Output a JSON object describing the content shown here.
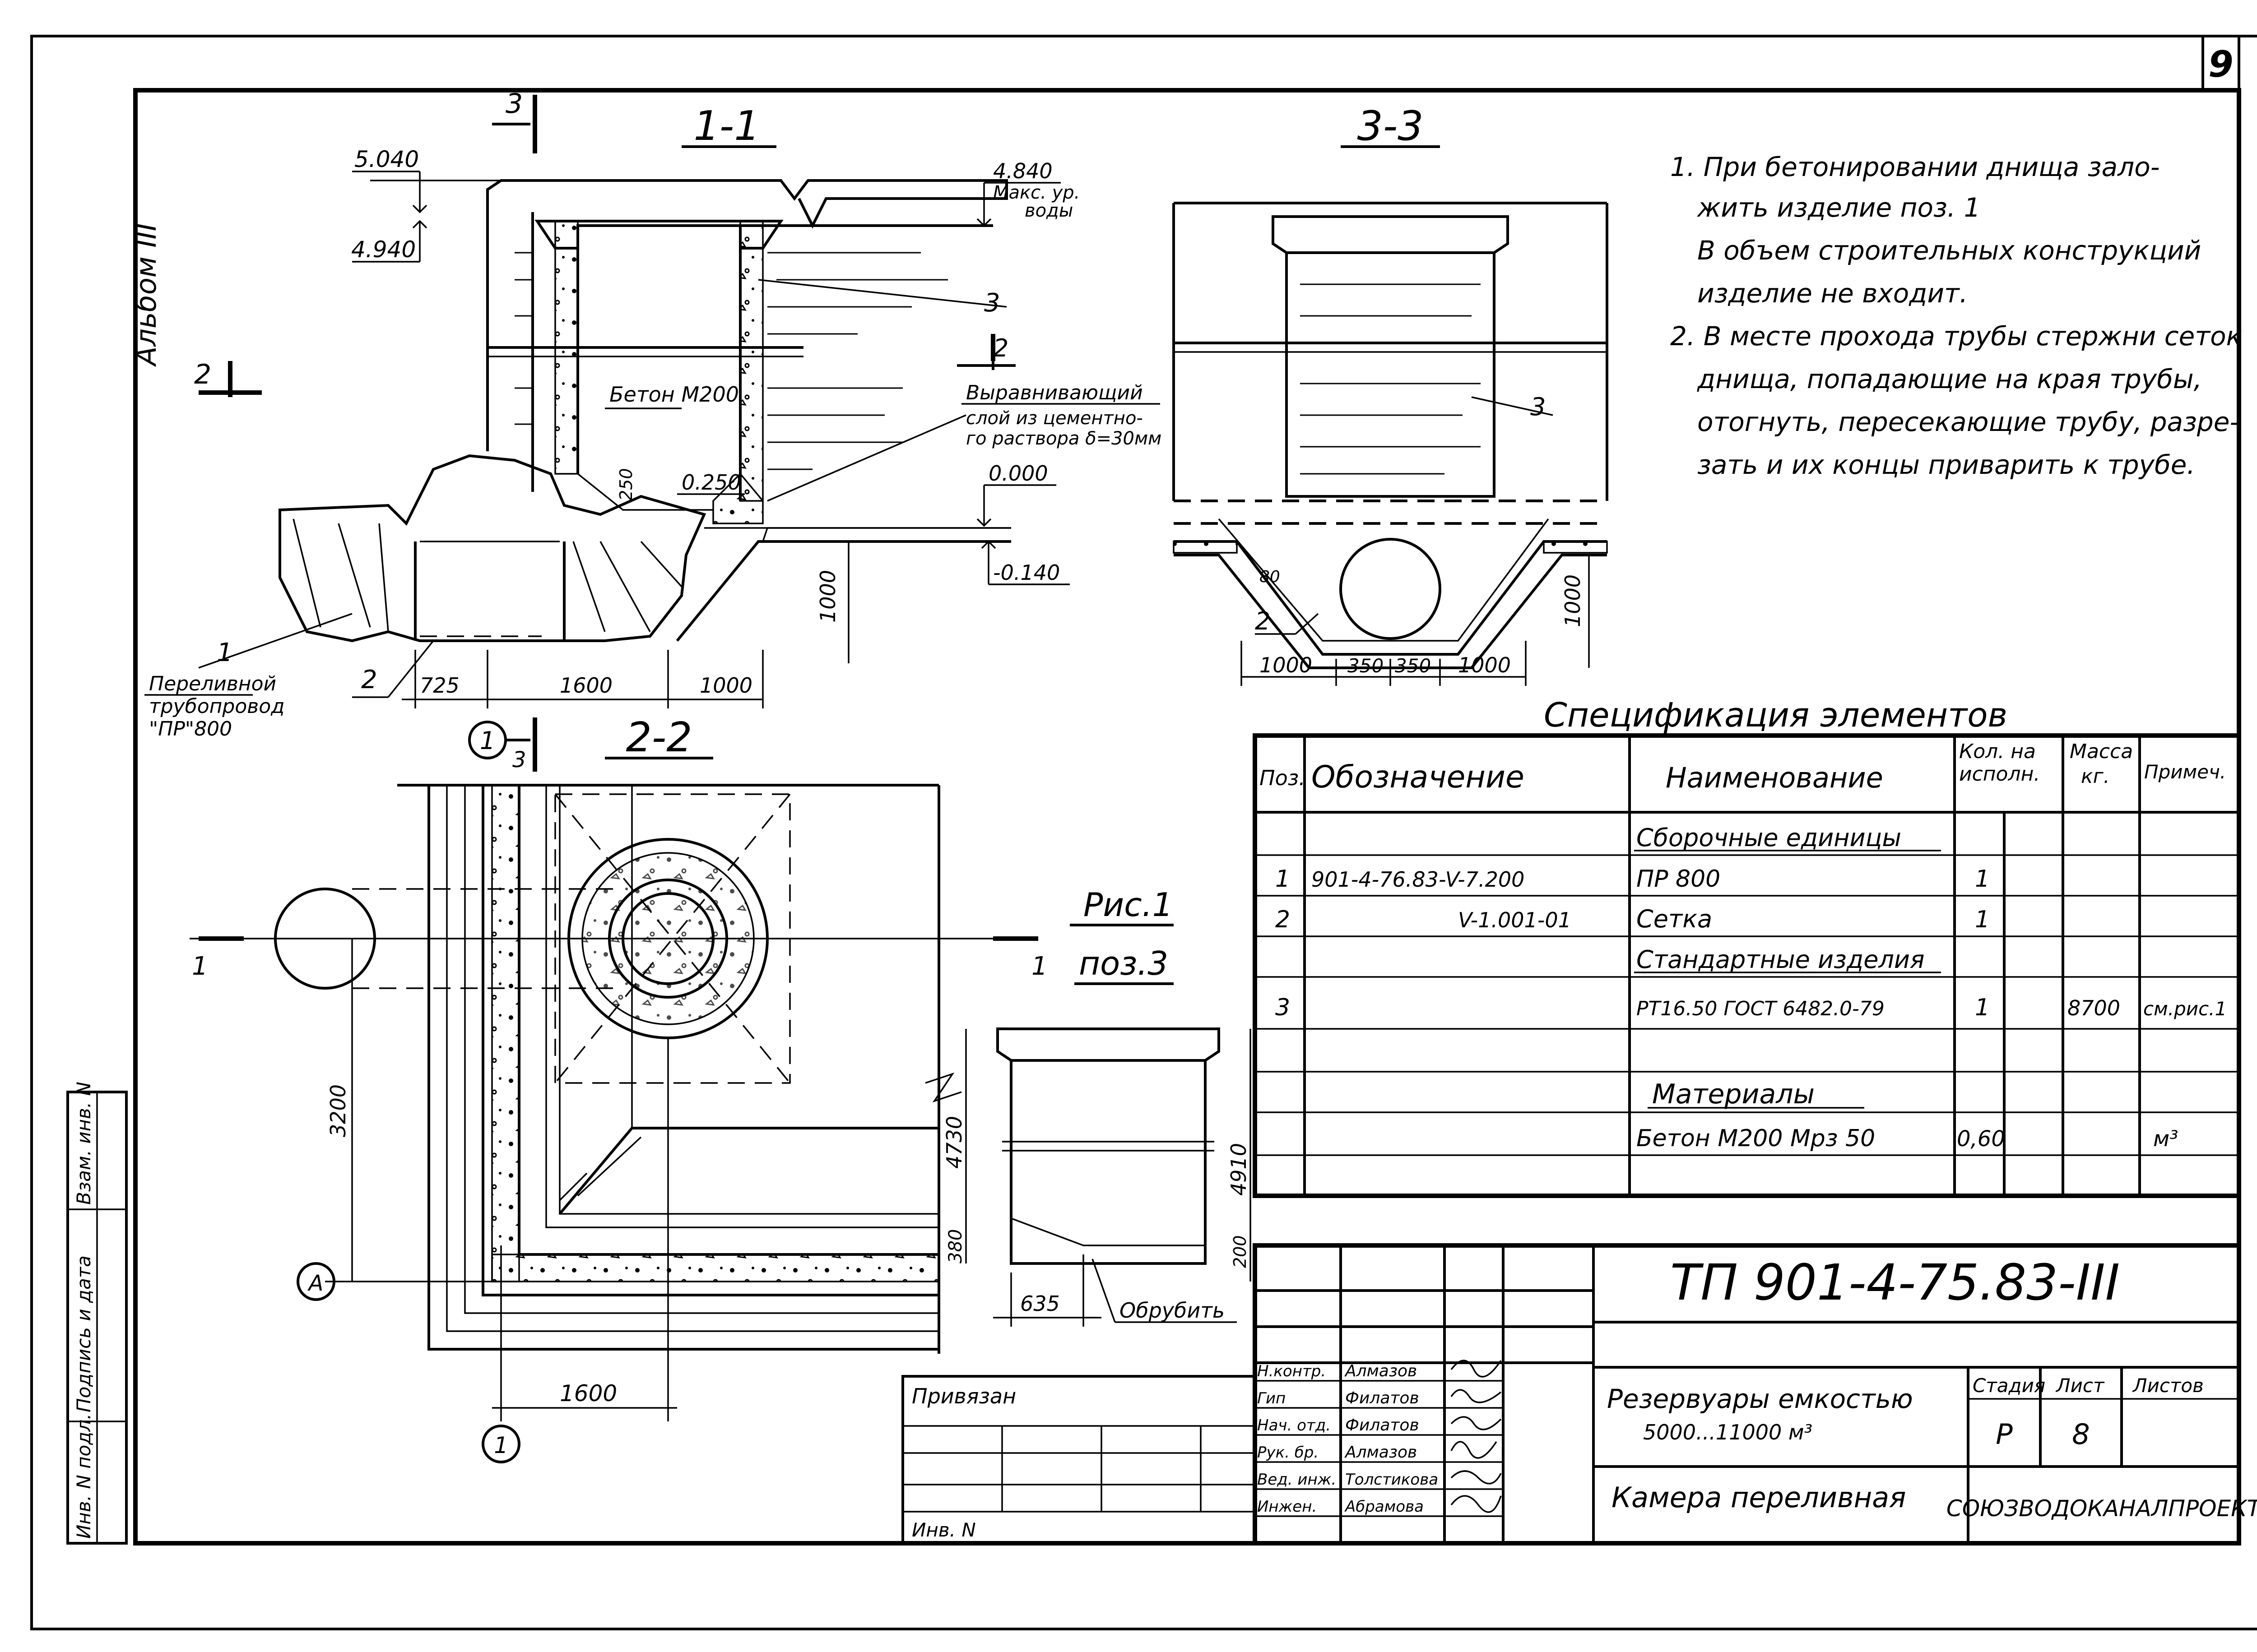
{
  "sheet": {
    "sheet_number": "9",
    "album": "Альбом III"
  },
  "sections": {
    "s11": {
      "title": "1-1",
      "cut_mark": "3",
      "cut_mark_2": "2",
      "axis_label": "1",
      "axis_label_3": "3"
    },
    "s33": {
      "title": "3-3"
    },
    "s22": {
      "title": "2-2",
      "cut_mark": "1",
      "axis_a": "А",
      "axis_1": "1"
    },
    "fig": {
      "title": "Рис.1",
      "subtitle": "поз.3"
    }
  },
  "labels_11": {
    "lvl_5040": "5.040",
    "lvl_4940": "4.940",
    "lvl_4840": "4.840",
    "max_water_1": "Макс. ур.",
    "max_water_2": "воды",
    "lvl_0250": "0.250",
    "lvl_0000": "0.000",
    "lvl_m0140": "-0.140",
    "concrete": "Бетон М200",
    "leveling_1": "Выравнивающий",
    "leveling_2": "слой из цементно-",
    "leveling_3": "го раствора δ=30мм",
    "pos1": "1",
    "pos2": "2",
    "pos3": "3",
    "pipe_1": "Переливной",
    "pipe_2": "трубопровод",
    "pipe_3": "\"ПР\"800",
    "d725": "725",
    "d1600": "1600",
    "d1000": "1000",
    "d1000v": "1000",
    "d250": "250"
  },
  "labels_33": {
    "pos3": "3",
    "pos2": "2",
    "d1000a": "1000",
    "d350a": "350",
    "d350b": "350",
    "d1000b": "1000",
    "d1000v": "1000",
    "d80": "80"
  },
  "labels_22": {
    "d3200": "3200",
    "d1600": "1600"
  },
  "labels_fig": {
    "d4730": "4730",
    "d4910": "4910",
    "d380": "380",
    "d200": "200",
    "d635": "635",
    "cut": "Обрубить"
  },
  "notes": [
    "1. При бетонировании днища зало-",
    "жить изделие поз. 1",
    "В объем строительных конструкций",
    "изделие не входит.",
    "2. В месте прохода трубы стержни сеток",
    "днища, попадающие на края трубы,",
    "отогнуть, пересекающие трубу, разре-",
    "зать и их концы приварить к трубе."
  ],
  "spec": {
    "title": "Спецификация элементов",
    "headers": {
      "pos": "Поз.",
      "designation": "Обозначение",
      "name": "Наименование",
      "qty_1": "Кол. на",
      "qty_2": "исполн.",
      "mass_1": "Масса",
      "mass_2": "кг.",
      "note": "Примеч."
    },
    "rows": [
      {
        "pos": "",
        "designation": "",
        "name": "Сборочные единицы",
        "qty": "",
        "mass": "",
        "note": "",
        "underline": true
      },
      {
        "pos": "1",
        "designation": "901-4-76.83-V-7.200",
        "name": "ПР 800",
        "qty": "1",
        "mass": "",
        "note": ""
      },
      {
        "pos": "2",
        "designation": "V-1.001-01",
        "name": "Сетка",
        "qty": "1",
        "mass": "",
        "note": ""
      },
      {
        "pos": "",
        "designation": "",
        "name": "Стандартные изделия",
        "qty": "",
        "mass": "",
        "note": "",
        "underline": true
      },
      {
        "pos": "3",
        "designation": "",
        "name": "РТ16.50 ГОСТ 6482.0-79",
        "qty": "1",
        "mass": "8700",
        "note": "см.рис.1"
      },
      {
        "pos": "",
        "designation": "",
        "name": "",
        "qty": "",
        "mass": "",
        "note": ""
      },
      {
        "pos": "",
        "designation": "",
        "name": "Материалы",
        "qty": "",
        "mass": "",
        "note": "",
        "underline": true
      },
      {
        "pos": "",
        "designation": "",
        "name": "Бетон М200   Мрз 50",
        "qty": "0,60",
        "mass": "",
        "note": "м³"
      },
      {
        "pos": "",
        "designation": "",
        "name": "",
        "qty": "",
        "mass": "",
        "note": ""
      }
    ]
  },
  "title_block": {
    "code": "ТП 901-4-75.83-III",
    "project_1": "Резервуары емкостью",
    "project_2": "5000...11000 м³",
    "sheet_title": "Камера переливная",
    "stage_h": "Стадия",
    "sheet_h": "Лист",
    "sheets_h": "Листов",
    "stage": "Р",
    "sheet": "8",
    "sheets": "",
    "org": "СОЮЗВОДОКАНАЛПРОЕКТ",
    "bound": "Привязан",
    "inv": "Инв. N",
    "staff": [
      {
        "role": "Н.контр.",
        "name": "Алмазов"
      },
      {
        "role": "Гип",
        "name": "Филатов"
      },
      {
        "role": "Нач. отд.",
        "name": "Филатов"
      },
      {
        "role": "Рук. бр.",
        "name": "Алмазов"
      },
      {
        "role": "Вед. инж.",
        "name": "Толстикова"
      },
      {
        "role": "Инжен.",
        "name": "Абрамова"
      }
    ]
  },
  "side_stamp": [
    "Инв. N подл.",
    "Подпись и дата",
    "Взам. инв. N"
  ]
}
